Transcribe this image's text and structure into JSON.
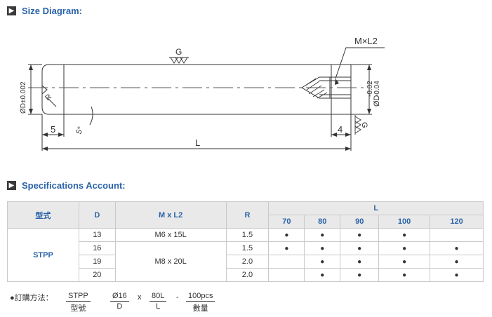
{
  "sections": {
    "size_diagram": {
      "bullet": "▶",
      "title": "Size Diagram:"
    },
    "spec_account": {
      "bullet": "▶",
      "title": "Specifications Account:"
    }
  },
  "diagram": {
    "label_G": "G",
    "label_G2": "G",
    "label_MxL2": "M×L2",
    "label_D_left": "ØD±0.002",
    "label_D_right": "ØD",
    "tol_upper": "-0.02",
    "tol_lower": "-0.04",
    "label_R": "R",
    "label_5": "5",
    "label_5deg": "5°",
    "label_4": "4",
    "label_L": "L"
  },
  "table": {
    "headers": {
      "model": "型式",
      "d": "D",
      "mxl2": "M x L2",
      "r": "R",
      "l": "L"
    },
    "l_values": [
      "70",
      "80",
      "90",
      "100",
      "120"
    ],
    "model": "STPP",
    "rows": [
      {
        "d": "13",
        "mxl2": "M6 x 15L",
        "r": "1.5",
        "marks": [
          "●",
          "●",
          "●",
          "●",
          ""
        ]
      },
      {
        "d": "16",
        "mxl2": "M8 x 20L",
        "r": "1.5",
        "marks": [
          "●",
          "●",
          "●",
          "●",
          "●"
        ]
      },
      {
        "d": "19",
        "r": "2.0",
        "marks": [
          "",
          "●",
          "●",
          "●",
          "●"
        ]
      },
      {
        "d": "20",
        "r": "2.0",
        "marks": [
          "",
          "●",
          "●",
          "●",
          "●"
        ]
      }
    ]
  },
  "order": {
    "prefix": "●訂購方法：",
    "items": [
      {
        "top": "STPP",
        "bottom": "型號"
      },
      {
        "top": "Ø16",
        "bottom": "D"
      },
      {
        "top": "80L",
        "bottom": "L"
      },
      {
        "top": "100pcs",
        "bottom": "數量"
      }
    ],
    "sep1": "x",
    "sep2": "-"
  }
}
